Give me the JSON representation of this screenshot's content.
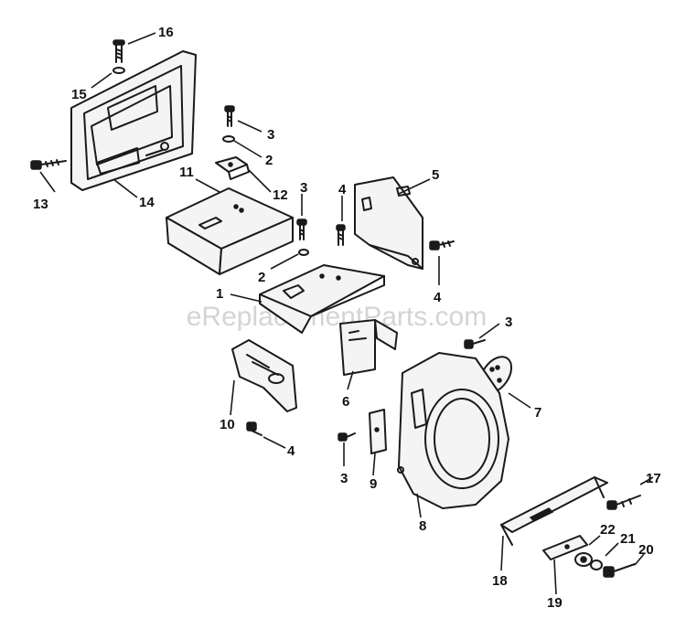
{
  "watermark": "eReplacementParts.com",
  "callouts": {
    "c1": "1",
    "c2a": "2",
    "c2b": "2",
    "c3a": "3",
    "c3b": "3",
    "c3c": "3",
    "c3d": "3",
    "c4a": "4",
    "c4b": "4",
    "c4c": "4",
    "c5": "5",
    "c6": "6",
    "c7": "7",
    "c8": "8",
    "c9": "9",
    "c10": "10",
    "c11": "11",
    "c12": "12",
    "c13": "13",
    "c14": "14",
    "c15": "15",
    "c16": "16",
    "c17": "17",
    "c18": "18",
    "c19": "19",
    "c20": "20",
    "c21": "21",
    "c22": "22"
  }
}
